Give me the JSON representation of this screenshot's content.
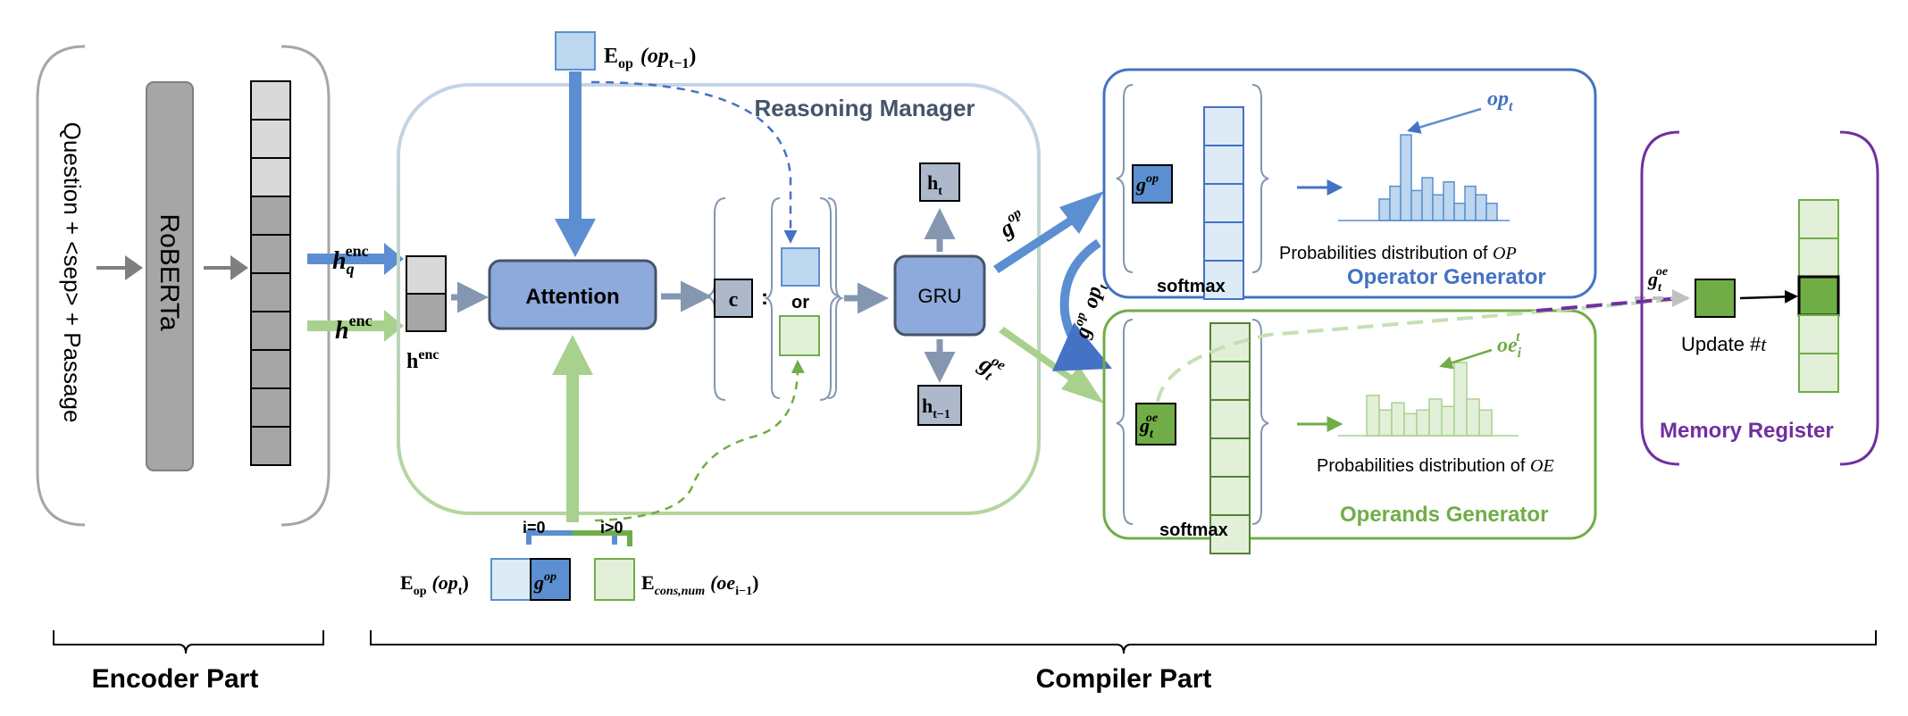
{
  "encoder": {
    "input_text": "Question + <sep> + Passage",
    "model_label": "RoBERTa",
    "part_label": "Encoder Part"
  },
  "compiler": {
    "part_label": "Compiler Part"
  },
  "hidden": {
    "hq_base": "h",
    "hq_sub": "q",
    "hq_sup": "enc",
    "h_base": "h",
    "h_sup": "enc",
    "henc_label_base": "h",
    "henc_label_sup": "enc"
  },
  "reasoning_manager": {
    "title": "Reasoning Manager",
    "attention_label": "Attention",
    "gru_label": "GRU",
    "c_label": "c",
    "colon": ":",
    "or_label": "or",
    "ht_base": "h",
    "ht_sub": "t",
    "htm1_base": "h",
    "htm1_sub": "t−1",
    "eop_prev_base": "E",
    "eop_prev_sub": "op",
    "eop_prev_arg": "(op",
    "eop_prev_arg_sub": "t−1",
    "eop_prev_close": ")"
  },
  "bottom_inputs": {
    "i0": "i=0",
    "igt0": "i>0",
    "eop_t_base": "E",
    "eop_t_sub": "op",
    "eop_t_arg": "(op",
    "eop_t_arg_sub": "t",
    "eop_t_close": ")",
    "gop_base": "g",
    "gop_sup": "op",
    "econs_base": "E",
    "econs_sub": "cons,num",
    "econs_arg": "(oe",
    "econs_arg_sub": "i−1",
    "econs_close": ")"
  },
  "arrows": {
    "gop_base": "g",
    "gop_sup": "op",
    "goe_base": "g",
    "goe_sub": "t",
    "goe_sup": "oe",
    "curve_base": "g",
    "curve_sup": "op",
    "curve_op": "op",
    "curve_op_sub": "t"
  },
  "operator_generator": {
    "title": "Operator Generator",
    "softmax_label": "softmax",
    "gop_base": "g",
    "gop_sup": "op",
    "prob_label": "Probabilities distribution of ",
    "prob_var": "OP",
    "pointer_base": "op",
    "pointer_sub": "t",
    "hist_values": [
      0.25,
      0.4,
      1.0,
      0.35,
      0.5,
      0.3,
      0.45,
      0.2,
      0.4,
      0.3,
      0.2
    ]
  },
  "operands_generator": {
    "title": "Operands Generator",
    "softmax_label": "softmax",
    "goe_base": "g",
    "goe_sub": "t",
    "goe_sup": "oe",
    "prob_label": "Probabilities distribution of ",
    "prob_var": "OE",
    "pointer_base": "oe",
    "pointer_sub": "i",
    "pointer_sup": "t",
    "hist_values": [
      0.55,
      0.35,
      0.45,
      0.3,
      0.35,
      0.5,
      0.4,
      1.0,
      0.5,
      0.35
    ]
  },
  "memory_register": {
    "title": "Memory Register",
    "update_label": "Update #",
    "update_var": "t",
    "goe_base": "g",
    "goe_sub": "t",
    "goe_sup": "oe"
  },
  "colors": {
    "gray_dark": "#7f7f7f",
    "gray_cell": "#a6a6a6",
    "gray_light_cell": "#d9d9d9",
    "blue": "#5b8fd1",
    "blue_dark": "#4472c4",
    "blue_light": "#bdd7ee",
    "blue_box": "#8ea9db",
    "green": "#70ad47",
    "green_light": "#a9d18e",
    "green_pale": "#e2f0d9",
    "purple": "#7030a0",
    "slate": "#8496b0",
    "title_slate": "#44546a"
  }
}
